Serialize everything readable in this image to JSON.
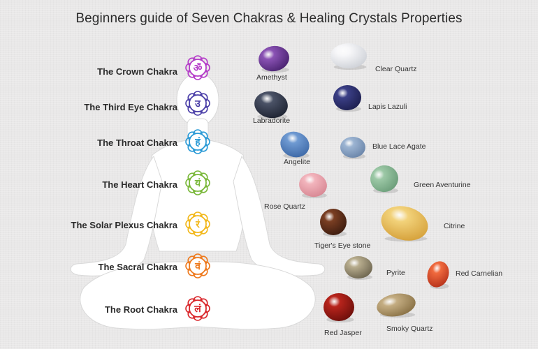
{
  "title": "Beginners guide of Seven Chakras & Healing Crystals Properties",
  "chakras": [
    {
      "label": "The Crown Chakra",
      "glyph": "ॐ",
      "color": "#b43cc8"
    },
    {
      "label": "The Third Eye Chakra",
      "glyph": "उ",
      "color": "#4b3fa8"
    },
    {
      "label": "The Throat Chakra",
      "glyph": "हं",
      "color": "#2a9ad6"
    },
    {
      "label": "The Heart Chakra",
      "glyph": "यं",
      "color": "#7ab83a"
    },
    {
      "label": "The Solar Plexus Chakra",
      "glyph": "रं",
      "color": "#f2b81c"
    },
    {
      "label": "The Sacral Chakra",
      "glyph": "वं",
      "color": "#ee7a1e"
    },
    {
      "label": "The Root Chakra",
      "glyph": "लं",
      "color": "#d9262b"
    }
  ],
  "crystals": [
    {
      "name": "Amethyst",
      "color": "#8a52b4",
      "shade": "#4b2472"
    },
    {
      "name": "Clear Quartz",
      "color": "#f7f7f9",
      "shade": "#cfd2d8"
    },
    {
      "name": "Labradorite",
      "color": "#4a5266",
      "shade": "#1f2433"
    },
    {
      "name": "Lapis Lazuli",
      "color": "#3b3f86",
      "shade": "#1d1f50"
    },
    {
      "name": "Angelite",
      "color": "#6f9ad2",
      "shade": "#3f6aa8"
    },
    {
      "name": "Blue Lace Agate",
      "color": "#9cb4d2",
      "shade": "#6b86aa"
    },
    {
      "name": "Green Aventurine",
      "color": "#9cc8a6",
      "shade": "#6c9e7a"
    },
    {
      "name": "Rose Quartz",
      "color": "#f2b4bc",
      "shade": "#d88894"
    },
    {
      "name": "Tiger's Eye stone",
      "color": "#7a3e22",
      "shade": "#3e1d10"
    },
    {
      "name": "Citrine",
      "color": "#f2d27a",
      "shade": "#d6a23c"
    },
    {
      "name": "Pyrite",
      "color": "#b8ad8e",
      "shade": "#6e6650"
    },
    {
      "name": "Red Carnelian",
      "color": "#f06a3e",
      "shade": "#b8341c"
    },
    {
      "name": "Red Jasper",
      "color": "#b8241c",
      "shade": "#6e0f0b"
    },
    {
      "name": "Smoky Quartz",
      "color": "#c4ad82",
      "shade": "#8a7246"
    }
  ]
}
